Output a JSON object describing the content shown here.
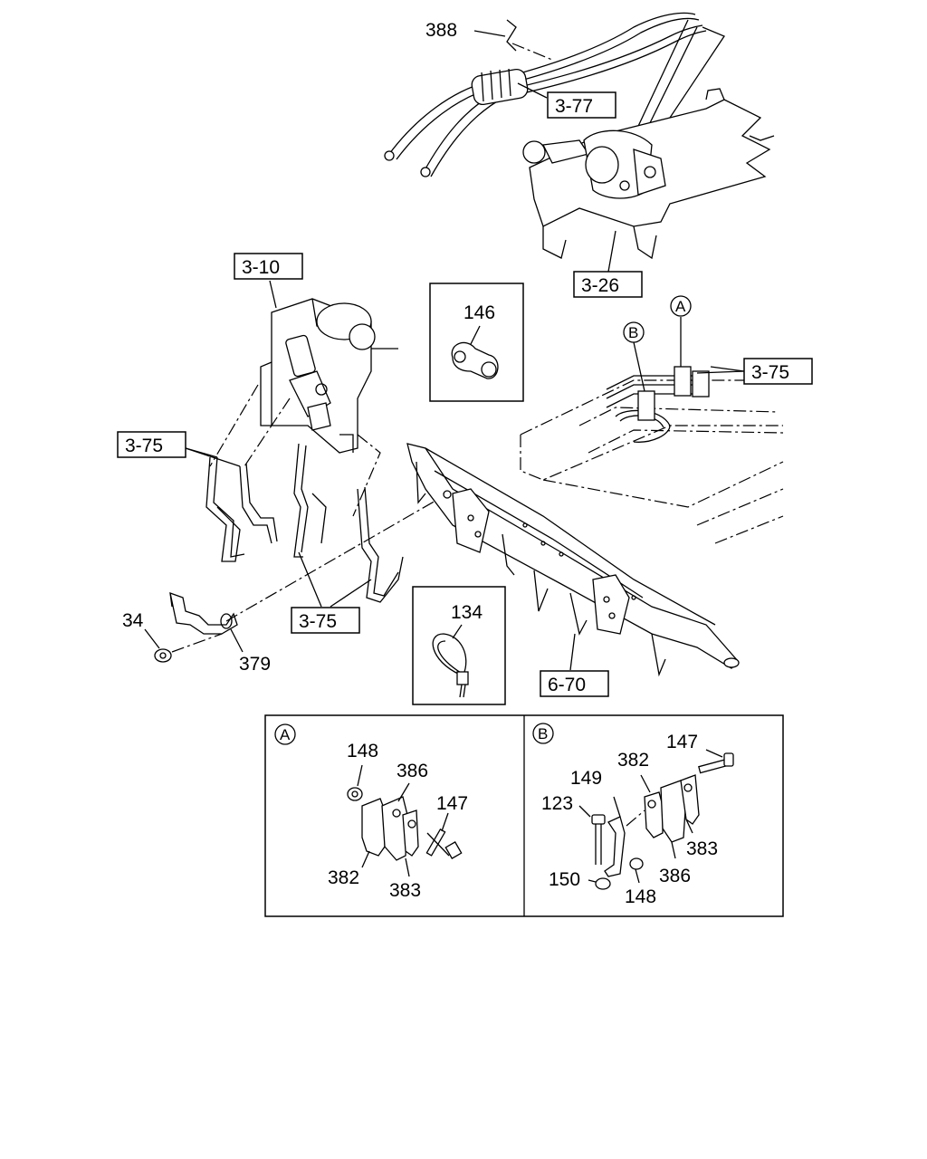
{
  "labels": {
    "l388": "388",
    "l377": "3-77",
    "l326": "3-26",
    "l310": "3-10",
    "l375_left": "3-75",
    "l375_bottom": "3-75",
    "l375_right": "3-75",
    "l146": "146",
    "l134": "134",
    "l670": "6-70",
    "l34": "34",
    "l379": "379",
    "mark_a_main": "A",
    "mark_b_main": "B"
  },
  "detail_a": {
    "mark": "A",
    "p148": "148",
    "p386": "386",
    "p147": "147",
    "p382": "382",
    "p383": "383"
  },
  "detail_b": {
    "mark": "B",
    "p147": "147",
    "p382": "382",
    "p149": "149",
    "p123": "123",
    "p383": "383",
    "p386": "386",
    "p150": "150",
    "p148": "148"
  }
}
